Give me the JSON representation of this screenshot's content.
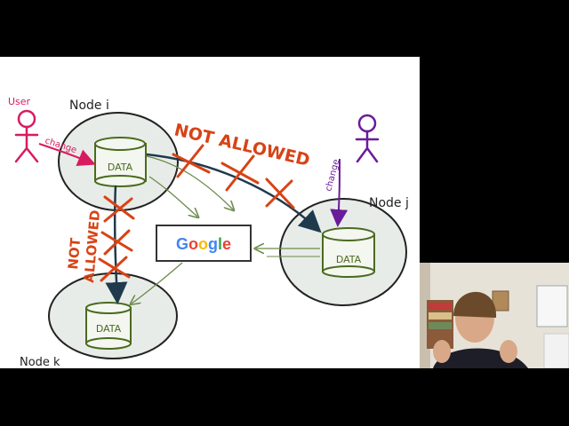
{
  "labels": {
    "user": "User",
    "change_user": "change",
    "change_j": "change",
    "node_i": "Node i",
    "node_j": "Node j",
    "node_k": "Node k",
    "data_i": "DATA",
    "data_j": "DATA",
    "data_k": "DATA",
    "not_allowed_top": "NOT ALLOWED",
    "not_allowed_left_1": "NOT",
    "not_allowed_left_2": "ALLOWED"
  },
  "google": {
    "letters": [
      "G",
      "o",
      "o",
      "g",
      "l",
      "e"
    ],
    "colors": [
      "#4285F4",
      "#EA4335",
      "#FBBC05",
      "#4285F4",
      "#34A853",
      "#EA4335"
    ]
  },
  "colors": {
    "user_red": "#d81b60",
    "user_purple": "#6a1b9a",
    "not_allowed_red": "#d84315",
    "node_fill": "#e8ece8",
    "cylinder_green": "#4a6b1f",
    "arrow_dark": "#1f3a4d"
  }
}
